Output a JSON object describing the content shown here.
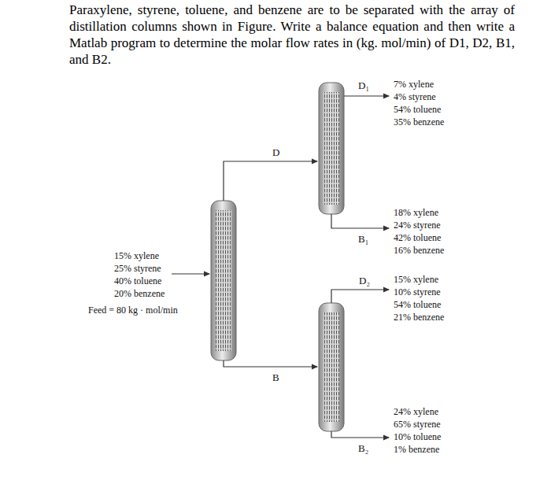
{
  "diagram": {
    "labels": [
      "Paraxylene, styrene, toluene, and benzene are to be separated with the array of distillation columns shown in Figure. Write a balance equation and then write a Matlab program to determine the molar flow rates in (kg. mol/min) of D1, D2, B1, and B2.",
      "D₁",
      "7% xylene",
      "4% styrene",
      "54% toluene",
      "35% benzene",
      "D",
      "18% xylene",
      "24% styrene",
      "42% toluene",
      "16% benzene",
      "B₁",
      "15% xylene",
      "25% styrene",
      "40% toluene",
      "20% benzene",
      "Feed = 80 kg · mol/min",
      "D₂",
      "15% xylene",
      "10% styrene",
      "54% toluene",
      "21% benzene",
      "B",
      "24% xylene",
      "65% styrene",
      "10% toluene",
      "1% benzene",
      "B₂"
    ]
  }
}
